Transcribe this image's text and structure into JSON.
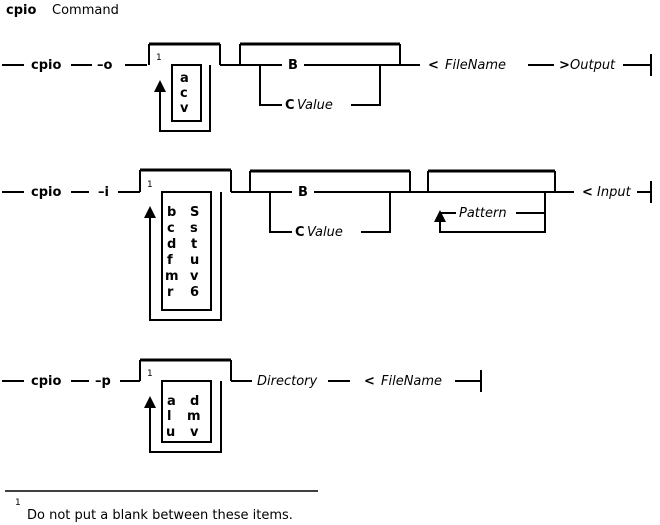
{
  "title": {
    "command": "cpio",
    "word": "Command"
  },
  "row1": {
    "cmd": "cpio",
    "flag": "–o",
    "note": "1",
    "options": [
      "a",
      "c",
      "v"
    ],
    "b": "B",
    "c": "C",
    "value": "Value",
    "lt": "<",
    "filename": "FileName",
    "gt": ">",
    "output": "Output"
  },
  "row2": {
    "cmd": "cpio",
    "flag": "–i",
    "note": "1",
    "options_left": [
      "b",
      "c",
      "d",
      "f",
      "m",
      "r"
    ],
    "options_right": [
      "S",
      "s",
      "t",
      "u",
      "v",
      "6"
    ],
    "b": "B",
    "c": "C",
    "value": "Value",
    "pattern": "Pattern",
    "lt": "<",
    "input": "Input"
  },
  "row3": {
    "cmd": "cpio",
    "flag": "–p",
    "note": "1",
    "options_left": [
      "a",
      "l",
      "u"
    ],
    "options_right": [
      "d",
      "m",
      "v"
    ],
    "directory": "Directory",
    "lt": "<",
    "filename": "FileName"
  },
  "footnote": {
    "mark": "1",
    "text": "Do not put a blank between these items."
  }
}
